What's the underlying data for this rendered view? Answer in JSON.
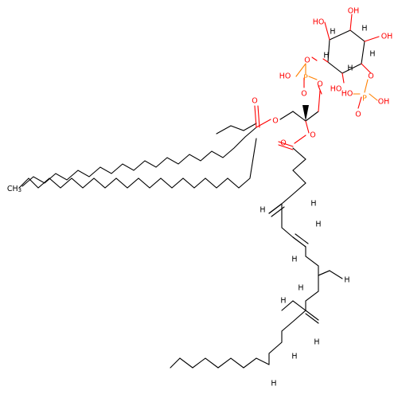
{
  "molecule": {
    "colors": {
      "carbon": "#000000",
      "oxygen": "#ff0000",
      "phosphorus": "#ff8000",
      "hydrogen": "#000000"
    },
    "labels": {
      "O": "O",
      "OH": "OH",
      "HO": "HO",
      "P": "P",
      "H": "H",
      "CH3_main": "CH",
      "CH3_sub": "3"
    }
  }
}
